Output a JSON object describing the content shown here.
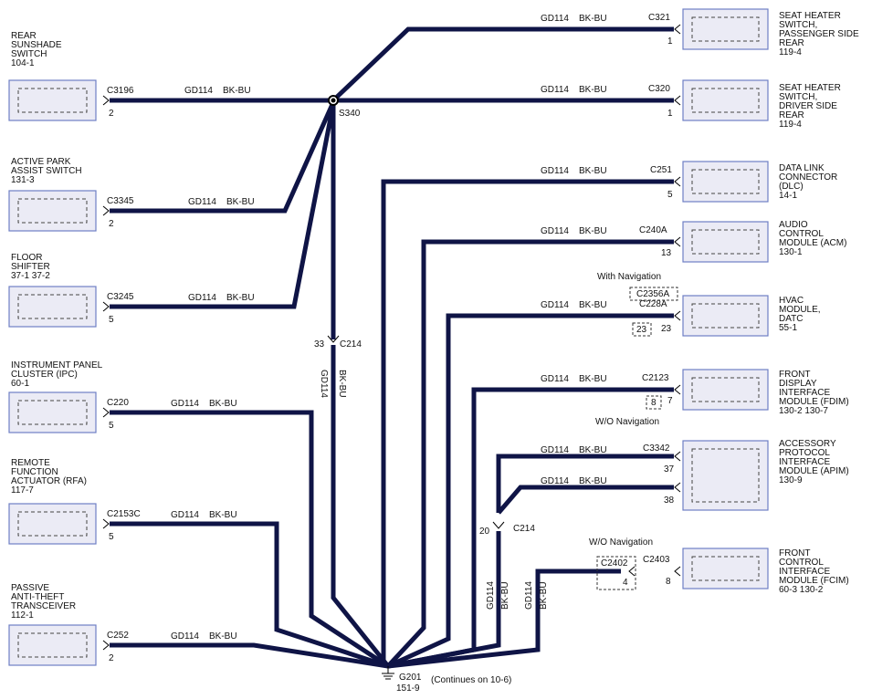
{
  "wire": {
    "gauge": "GD114",
    "color": "BK-BU",
    "hex": "#0f1446"
  },
  "splice": {
    "id": "S340"
  },
  "connector_c214": {
    "id": "C214",
    "pin_left": "33",
    "pin_right": "20"
  },
  "ground": {
    "id": "G201",
    "ref": "151-9",
    "note": "(Continues on 10-6)"
  },
  "left_modules": [
    {
      "name_lines": [
        "REAR",
        "SUNSHADE",
        "SWITCH",
        "104-1"
      ],
      "connector": "C3196",
      "pin": "2"
    },
    {
      "name_lines": [
        "ACTIVE PARK",
        "ASSIST SWITCH",
        "131-3"
      ],
      "connector": "C3345",
      "pin": "2"
    },
    {
      "name_lines": [
        "FLOOR",
        "SHIFTER",
        "37-1   37-2"
      ],
      "connector": "C3245",
      "pin": "5"
    },
    {
      "name_lines": [
        "INSTRUMENT PANEL",
        "CLUSTER (IPC)",
        "60-1"
      ],
      "connector": "C220",
      "pin": "5"
    },
    {
      "name_lines": [
        "REMOTE",
        "FUNCTION",
        "ACTUATOR (RFA)",
        "117-7"
      ],
      "connector": "C2153C",
      "pin": "5"
    },
    {
      "name_lines": [
        "PASSIVE",
        "ANTI-THEFT",
        "TRANSCEIVER",
        "112-1"
      ],
      "connector": "C252",
      "pin": "2"
    }
  ],
  "right_modules": [
    {
      "name_lines": [
        "SEAT HEATER",
        "SWITCH,",
        "PASSENGER SIDE",
        "REAR",
        "119-4"
      ],
      "connector": "C321",
      "pins": [
        "1"
      ]
    },
    {
      "name_lines": [
        "SEAT HEATER",
        "SWITCH,",
        "DRIVER SIDE",
        "REAR",
        "119-4"
      ],
      "connector": "C320",
      "pins": [
        "1"
      ]
    },
    {
      "name_lines": [
        "DATA LINK",
        "CONNECTOR",
        "(DLC)",
        "14-1"
      ],
      "connector": "C251",
      "pins": [
        "5"
      ]
    },
    {
      "name_lines": [
        "AUDIO",
        "CONTROL",
        "MODULE (ACM)",
        "130-1"
      ],
      "connector": "C240A",
      "pins": [
        "13"
      ]
    },
    {
      "name_lines": [
        "HVAC",
        "MODULE,",
        "DATC",
        "55-1"
      ],
      "connector": "C228A",
      "pins": [
        "23"
      ]
    },
    {
      "name_lines": [
        "FRONT",
        "DISPLAY",
        "INTERFACE",
        "MODULE (FDIM)",
        "130-2     130-7"
      ],
      "connector": "C2123",
      "pins": [
        "7"
      ]
    },
    {
      "name_lines": [
        "ACCESSORY",
        "PROTOCOL",
        "INTERFACE",
        "MODULE (APIM)",
        "130-9"
      ],
      "connector": "C3342",
      "pins": [
        "37",
        "38"
      ]
    },
    {
      "name_lines": [
        "FRONT",
        "CONTROL",
        "INTERFACE",
        "MODULE (FCIM)",
        "60-3     130-2"
      ],
      "connector": "C2403",
      "pins": [
        "8"
      ]
    }
  ],
  "options": {
    "with_navigation": "With Navigation",
    "wo_navigation": "W/O Navigation",
    "alt_connector_hvac": "C2356A",
    "alt_pin_hvac": "23",
    "alt_pin_fdim": "8",
    "inline_connector": "C2402",
    "inline_pin": "4"
  }
}
